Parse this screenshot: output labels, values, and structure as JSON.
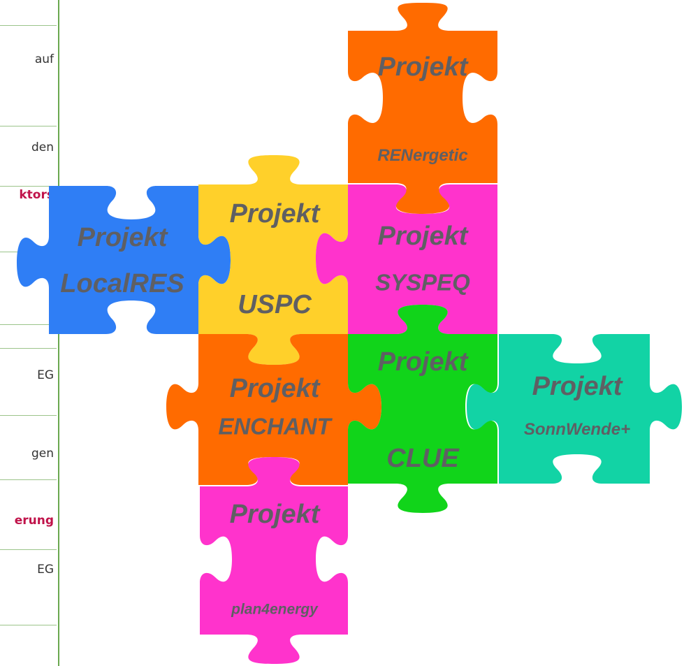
{
  "sidebar": {
    "items": [
      {
        "text": "auf",
        "highlight": false
      },
      {
        "text": "den",
        "highlight": false
      },
      {
        "text": "ktors",
        "highlight": true
      },
      {
        "text": "EG",
        "highlight": false
      },
      {
        "text": "gen",
        "highlight": false
      },
      {
        "text": "erung",
        "highlight": true
      },
      {
        "text": "EG",
        "highlight": false
      }
    ]
  },
  "pieces": [
    {
      "id": "renergetic",
      "title": "Projekt",
      "name": "RENergetic",
      "color": "#ff6b00"
    },
    {
      "id": "localres",
      "title": "Projekt",
      "name": "LocalRES",
      "color": "#2f7ef5"
    },
    {
      "id": "uspc",
      "title": "Projekt",
      "name": "USPC",
      "color": "#ffd02a"
    },
    {
      "id": "syspeq",
      "title": "Projekt",
      "name": "SYSPEQ",
      "color": "#ff33cc"
    },
    {
      "id": "enchant",
      "title": "Projekt",
      "name": "ENCHANT",
      "color": "#ff6b00"
    },
    {
      "id": "clue",
      "title": "Projekt",
      "name": "CLUE",
      "color": "#11d41a"
    },
    {
      "id": "sonnwende",
      "title": "Projekt",
      "name": "SonnWende+",
      "color": "#12d3a5"
    },
    {
      "id": "plan4energy",
      "title": "Projekt",
      "name": "plan4energy",
      "color": "#ff33cc"
    }
  ]
}
